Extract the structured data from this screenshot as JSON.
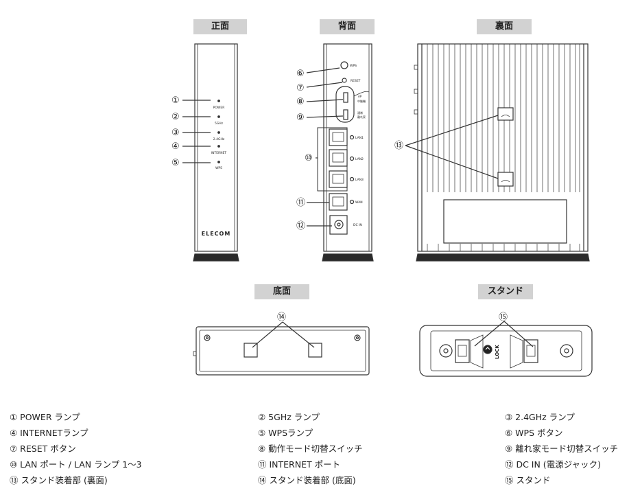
{
  "headers": {
    "front": "正面",
    "back": "背面",
    "rear": "裏面",
    "bottom": "底面",
    "stand": "スタンド"
  },
  "front_labels": {
    "power": "POWER",
    "ghz5": "5GHz",
    "ghz24": "2.4GHz",
    "internet": "INTERNET",
    "wps": "WPS",
    "brand": "ELECOM"
  },
  "back_labels": {
    "wps": "WPS",
    "reset": "RESET",
    "ap": "AP",
    "ap_sub": "中継機",
    "mode_a": "通常",
    "mode_b": "離れ家",
    "lan1": "LAN1",
    "lan2": "LAN2",
    "lan3": "LAN3",
    "wan": "WAN",
    "dcin": "DC IN"
  },
  "stand_labels": {
    "lock": "LOCK"
  },
  "markers": [
    "①",
    "②",
    "③",
    "④",
    "⑤",
    "⑥",
    "⑦",
    "⑧",
    "⑨",
    "⑩",
    "⑪",
    "⑫",
    "⑬",
    "⑭",
    "⑮"
  ],
  "legend": [
    "① POWER ランプ",
    "② 5GHz ランプ",
    "③ 2.4GHz ランプ",
    "④ INTERNETランプ",
    "⑤ WPSランプ",
    "⑥ WPS ボタン",
    "⑦ RESET ボタン",
    "⑧ 動作モード切替スイッチ",
    "⑨ 離れ家モード切替スイッチ",
    "⑩ LAN ポート / LAN ランプ 1～3",
    "⑪ INTERNET ポート",
    "⑫ DC IN (電源ジャック)",
    "⑬ スタンド装着部 (裏面)",
    "⑭ スタンド装着部 (底面)",
    "⑮ スタンド"
  ]
}
